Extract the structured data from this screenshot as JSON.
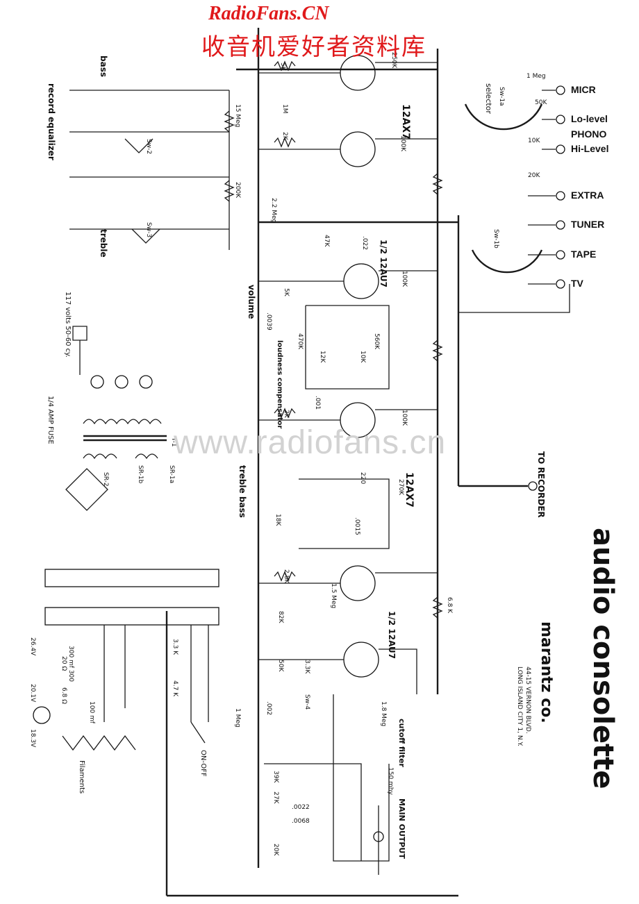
{
  "watermark": {
    "site": "RadioFans.CN",
    "chinese": "收音机爱好者资料库",
    "center": "www.radiofans.cn"
  },
  "title": {
    "main": "audio consolette",
    "company": "marantz co.",
    "addr1": "44-15 VERNON BLVD.",
    "addr2": "LONG ISLAND CITY 1, N.Y."
  },
  "inputs": {
    "micr": "MICR",
    "lo_level": "Lo-level",
    "phono": "PHONO",
    "hi_level": "Hi-Level",
    "extra": "EXTRA",
    "tuner": "TUNER",
    "tape": "TAPE",
    "tv": "TV",
    "to_recorder": "TO RECORDER",
    "selector": "selector"
  },
  "sections": {
    "record_equalizer": "record equalizer",
    "bass": "bass",
    "treble": "treble",
    "volume": "volume",
    "loudness": "loudness compensator",
    "treble_bass": "treble bass",
    "cutoff": "cutoff filter",
    "main_output": "MAIN OUTPUT",
    "power_in": "117 volts 50-60 cy.",
    "fuse": "1/4 AMP FUSE",
    "filaments": "Filaments",
    "on_off": "ON-OFF"
  },
  "tubes": {
    "v1_type": "12AX7",
    "v2_type": "1/2 12AU7",
    "v3_type": "12AX7",
    "v2b_type": "1/2 12AU7"
  },
  "components": {
    "r_5k_top": "5K",
    "r_1meg_mic": "1 Meg",
    "r_50k": "50K",
    "r_10k": "10K",
    "r_20k": "20K",
    "r_250k": "250K",
    "r_100k_v1b": "100K",
    "r_15meg": "15 Meg",
    "r_200k": "200K",
    "r_2k": "2K",
    "r_1m": "1M",
    "r_22meg": "2.2 Meg",
    "r_47k": "47K",
    "c_022": ".022",
    "r_5k_v2": "5K",
    "r_100k_v2": "100K",
    "c_0039": ".0039",
    "r_470k": "470K",
    "r_560k": "560K",
    "r_12k": "12K",
    "r_10k_loud": "10K",
    "c_001": ".001",
    "r_2k_v3": "2K",
    "r_100k_v3": "100K",
    "r_270k": "270K",
    "c_220": "220",
    "r_18k": "18K",
    "c_0015": ".0015",
    "r_68k": "6.8 K",
    "r_28k": "2.8K",
    "r_82k": "82K",
    "r_15meg_b": "1.5 Meg",
    "r_50k_b": "50K",
    "r_33k": "3.3K",
    "c_002": ".002",
    "r_39k": "39K",
    "r_27k": "27K",
    "r_20k_out": "20K",
    "c_0022": ".0022",
    "c_0068": ".0068",
    "l_150": "150 mhy",
    "r_18meg": "1.8 Meg",
    "r_1meg_out": "1 Meg",
    "r_33k_ps": "3.3 K",
    "r_47k_ps": "4.7 K",
    "c_300": "300 mf 300",
    "r_20": "20 Ω",
    "r_68": "6.8 Ω",
    "c_100mf": "100 mf",
    "v_264": "26.4V",
    "v_201": "20.1V",
    "v_183": "18.3V",
    "sr2": "SR-2",
    "sr1b": "SR-1b",
    "sr1a": "SR-1a",
    "t1": "T-1"
  },
  "labels": {
    "sw1a": "Sw-1a",
    "sw1b": "Sw-1b",
    "sw2": "Sw-2",
    "sw3": "Sw-3",
    "sw4": "Sw-4"
  }
}
